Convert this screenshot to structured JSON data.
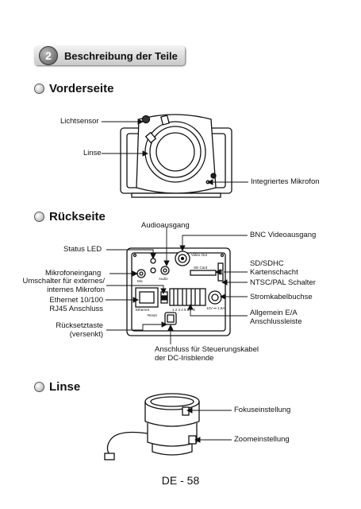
{
  "header": {
    "number": "2",
    "title": "Beschreibung der Teile"
  },
  "front": {
    "title": "Vorderseite",
    "labels": {
      "light_sensor": "Lichtsensor",
      "lens": "Linse",
      "mic": "Integriertes Mikrofon"
    }
  },
  "rear": {
    "title": "Rückseite",
    "labels": {
      "audio_out": "Audioausgang",
      "bnc": "BNC Videoausgang",
      "status_led": "Status LED",
      "mic_in": "Mikrofoneingang",
      "switch_1": "Umschalter für externes/",
      "switch_2": "internes Mikrofon",
      "eth_1": "Ethernet 10/100",
      "eth_2": "RJ45 Anschluss",
      "reset_1": "Rücksetztaste",
      "reset_2": "(versenkt)",
      "sd_1": "SD/SDHC",
      "sd_2": "Kartenschacht",
      "ntsc": "NTSC/PAL Schalter",
      "power": "Stromkabelbuchse",
      "io_1": "Allgemein E/A",
      "io_2": "Anschlussleiste",
      "dc_1": "Anschluss für Steuerungskabel",
      "dc_2": "der DC-Irisblende"
    },
    "device_text": {
      "video_out": "Video Out",
      "sd_card": "SD Card",
      "mic": "Mic",
      "ethernet": "Ethernet",
      "reset": "Reset",
      "audio": "Audio",
      "pins": "1 2 3 4 5 6 7 8",
      "power_rating": "12V ⎓ 1.5A"
    }
  },
  "lens_section": {
    "title": "Linse",
    "labels": {
      "focus": "Fokuseinstellung",
      "zoom": "Zoomeinstellung"
    }
  },
  "footer": {
    "page": "DE - 58"
  }
}
